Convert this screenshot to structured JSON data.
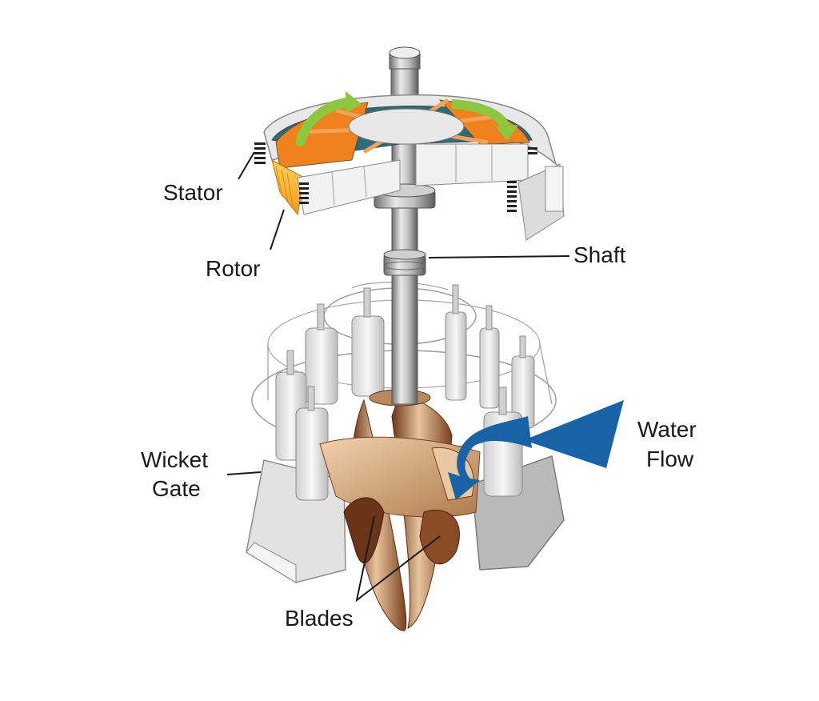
{
  "labels": {
    "stator": "Stator",
    "rotor": "Rotor",
    "shaft": "Shaft",
    "wicket_gate_line1": "Wicket",
    "wicket_gate_line2": "Gate",
    "water_flow_line1": "Water",
    "water_flow_line2": "Flow",
    "blades": "Blades"
  },
  "colors": {
    "metal_light": "#e6e6e6",
    "metal_dark": "#9a9a9a",
    "rotor_orange": "#f0821e",
    "rotor_teal": "#2f6b7a",
    "rotor_stripe": "#ffc23a",
    "rotation_arrow": "#8dc63f",
    "runner_bronze": "#c08a5a",
    "runner_dark": "#5b2c14",
    "water_blue": "#1a62a6"
  }
}
